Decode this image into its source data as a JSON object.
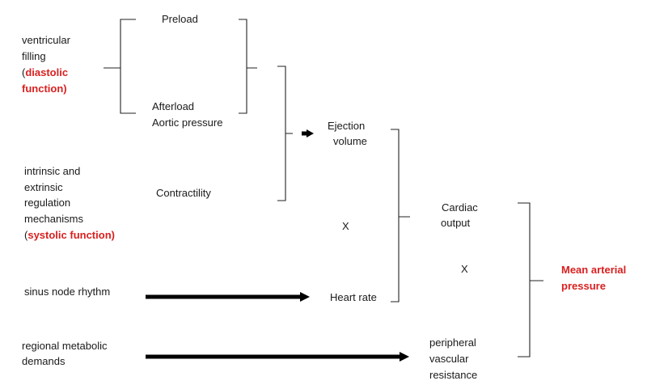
{
  "labels": {
    "ventricular": "ventricular",
    "filling": "filling",
    "diastolic_open": "(",
    "diastolic_word": "diastolic",
    "diastolic_function": "function)",
    "preload": "Preload",
    "afterload": "Afterload",
    "aortic_pressure": "Aortic pressure",
    "ejection": "Ejection",
    "volume": "volume",
    "intrinsic_and": "intrinsic and",
    "extrinsic": "extrinsic",
    "regulation": "regulation",
    "mechanisms": "mechanisms",
    "systolic_open": "(",
    "systolic_function": "systolic function)",
    "contractility": "Contractility",
    "x1": "X",
    "cardiac": "Cardiac",
    "output": "output",
    "x2": "X",
    "mean_arterial": "Mean arterial",
    "pressure": "pressure",
    "sinus_node": "sinus node rhythm",
    "heart_rate": "Heart rate",
    "regional_metabolic": "regional metabolic",
    "demands": "demands",
    "peripheral": "peripheral",
    "vascular": "vascular",
    "resistance": "resistance"
  },
  "colors": {
    "accent": "#d92020",
    "line": "#222222"
  }
}
